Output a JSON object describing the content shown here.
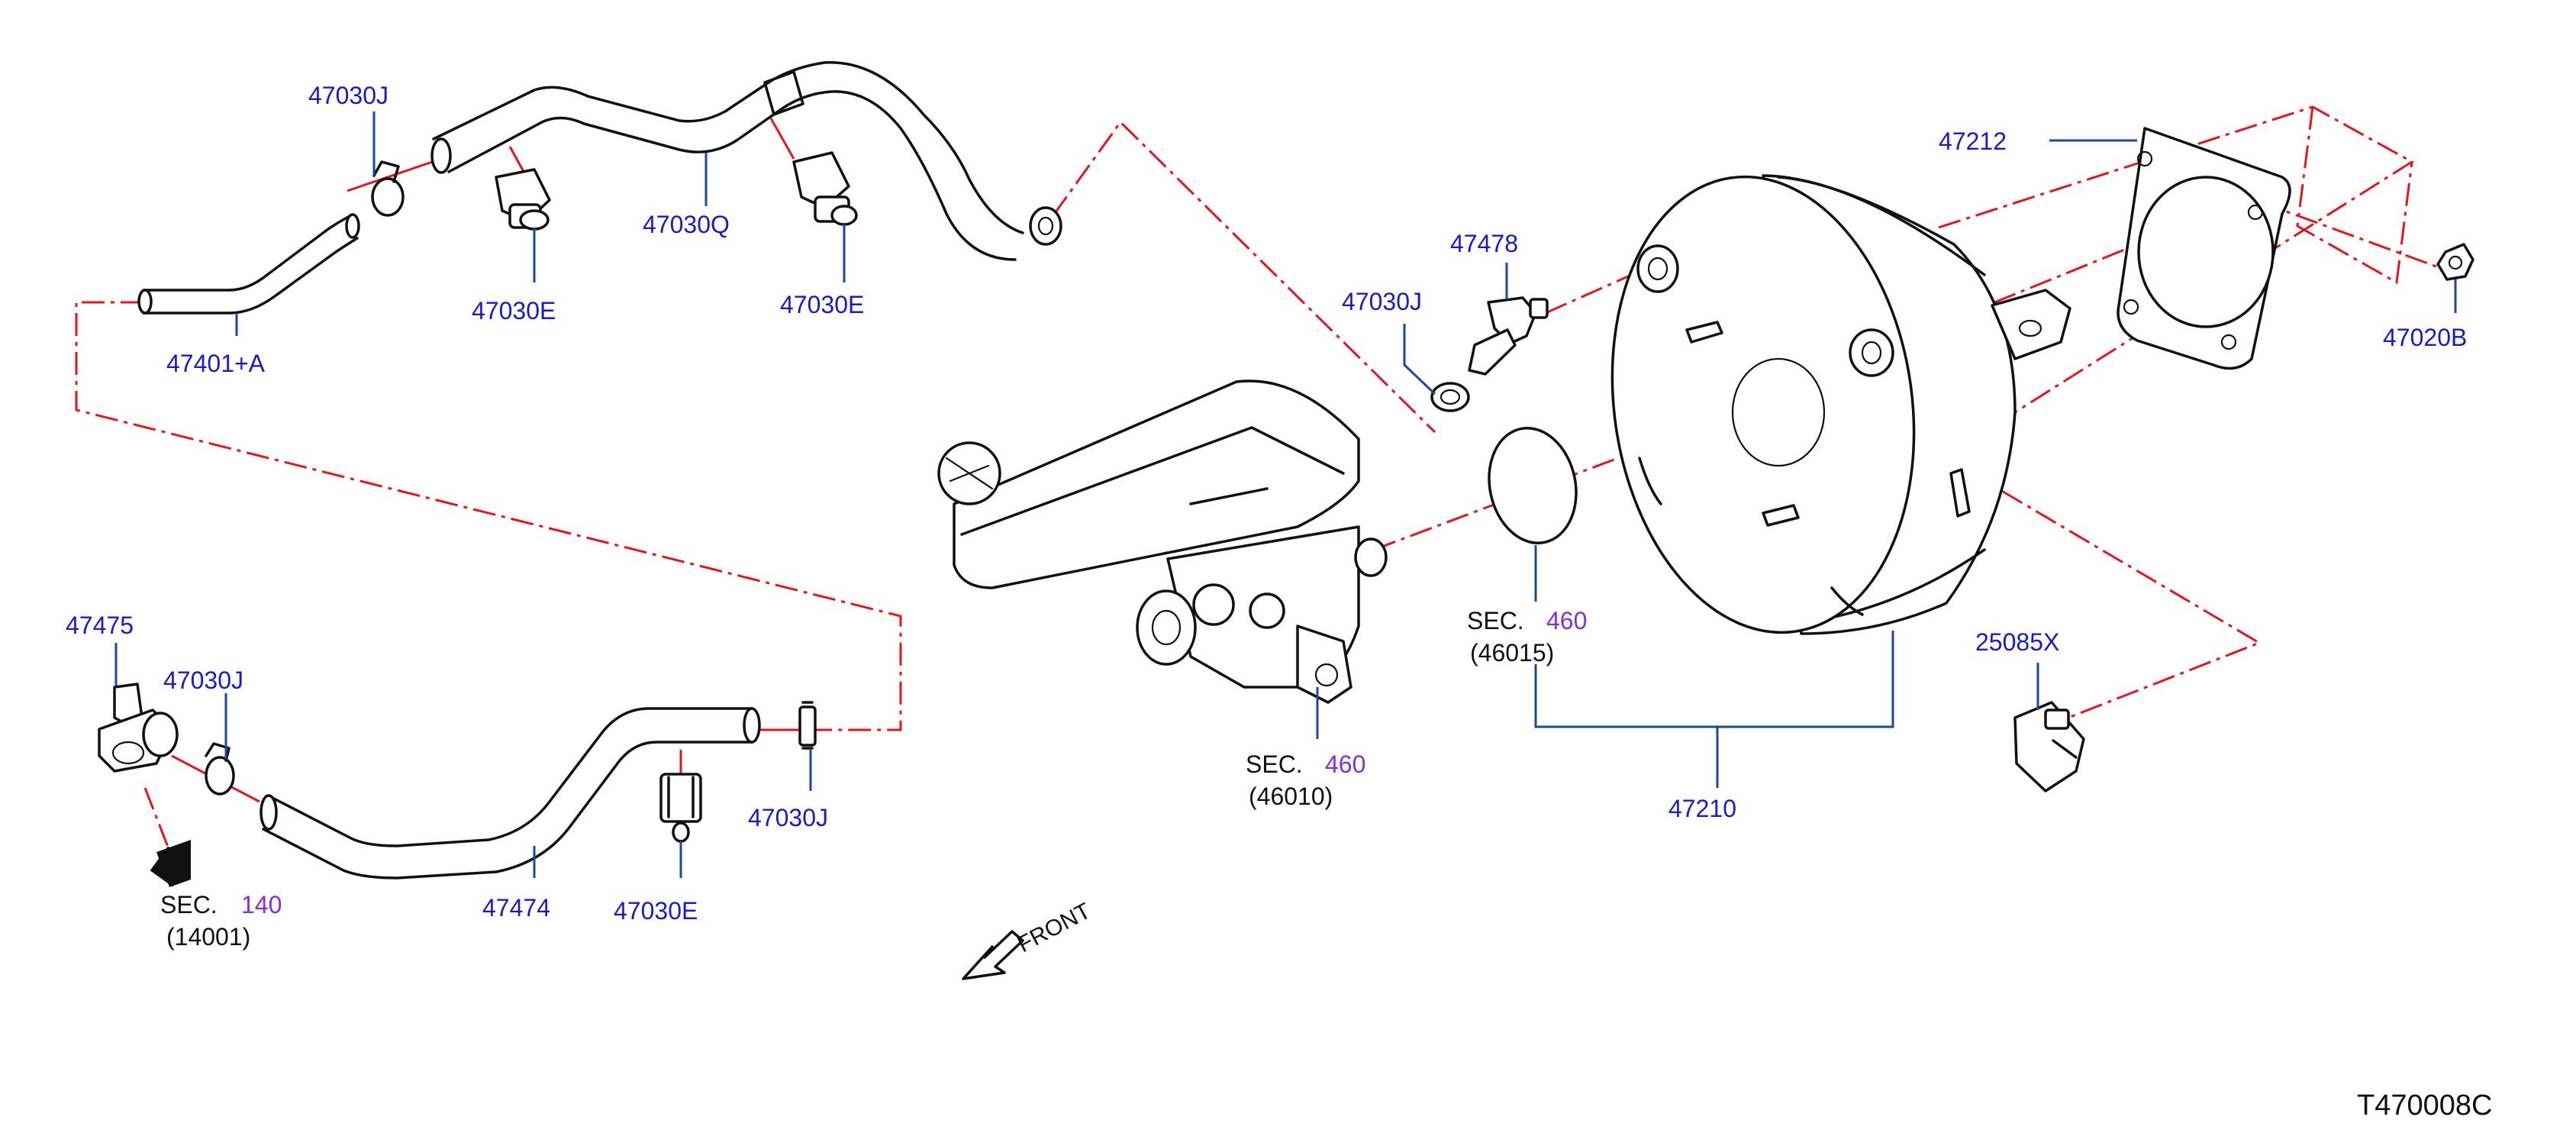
{
  "diagram_code": "T470008C",
  "front_label": "FRONT",
  "part_labels": {
    "p47030J_top": "47030J",
    "p47401A": "47401+A",
    "p47030E_1": "47030E",
    "p47030Q": "47030Q",
    "p47030E_2": "47030E",
    "p47478": "47478",
    "p47030J_mid": "47030J",
    "p47212": "47212",
    "p47020B": "47020B",
    "p25085X": "25085X",
    "p47210": "47210",
    "p47475": "47475",
    "p47030J_left": "47030J",
    "p47474": "47474",
    "p47030E_3": "47030E",
    "p47030J_bottom": "47030J"
  },
  "sections": {
    "s46015": {
      "prefix": "SEC.",
      "number": "460",
      "ref": "(46015)"
    },
    "s46010": {
      "prefix": "SEC.",
      "number": "460",
      "ref": "(46010)"
    },
    "s14001": {
      "prefix": "SEC.",
      "number": "140",
      "ref": "(14001)"
    }
  },
  "colors": {
    "label_blue": "#1a1acc",
    "section_purple": "#8a2be2",
    "reference_red": "#e8141c",
    "leader_blue": "#1a4a9a",
    "line_black": "#111111"
  }
}
